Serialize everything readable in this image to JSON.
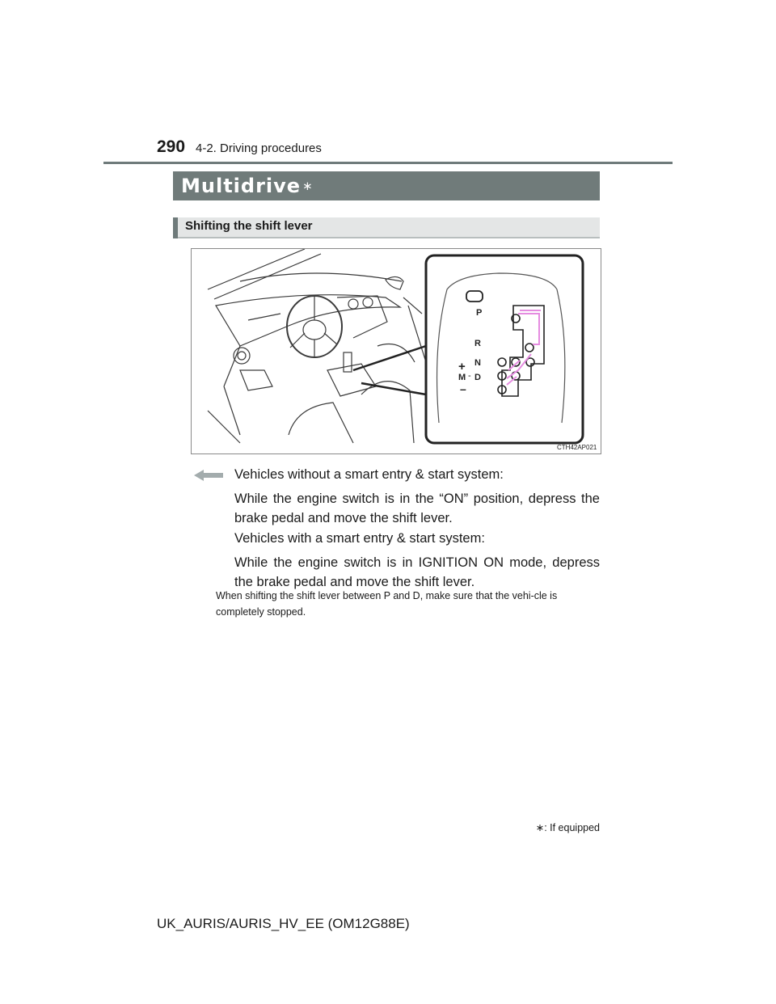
{
  "header": {
    "page_number": "290",
    "section": "4-2. Driving procedures"
  },
  "title": {
    "text": "Multidrive",
    "mark": "∗"
  },
  "subheading": "Shifting the shift lever",
  "figure": {
    "code": "CTH42AP021",
    "gate_labels": {
      "p": "P",
      "r": "R",
      "n": "N",
      "d": "D",
      "m": "M",
      "plus": "+",
      "minus": "–",
      "dash": "-"
    }
  },
  "body": {
    "line1": "Vehicles without a smart entry & start system:",
    "line2": "While the engine switch is in the “ON” position, depress the brake pedal and move the shift lever.",
    "line3": "Vehicles with a smart entry & start system:",
    "line4": "While the engine switch is in IGNITION ON mode, depress the brake pedal and move the shift lever.",
    "note": "When shifting the shift lever between P and D, make sure that the vehi-cle is completely stopped."
  },
  "footnote": "∗: If equipped",
  "footer": "UK_AURIS/AURIS_HV_EE (OM12G88E)",
  "colors": {
    "title_bar": "#707b7a",
    "subheading_bar": "#e4e6e6",
    "gate_path": "#e58ce0"
  }
}
